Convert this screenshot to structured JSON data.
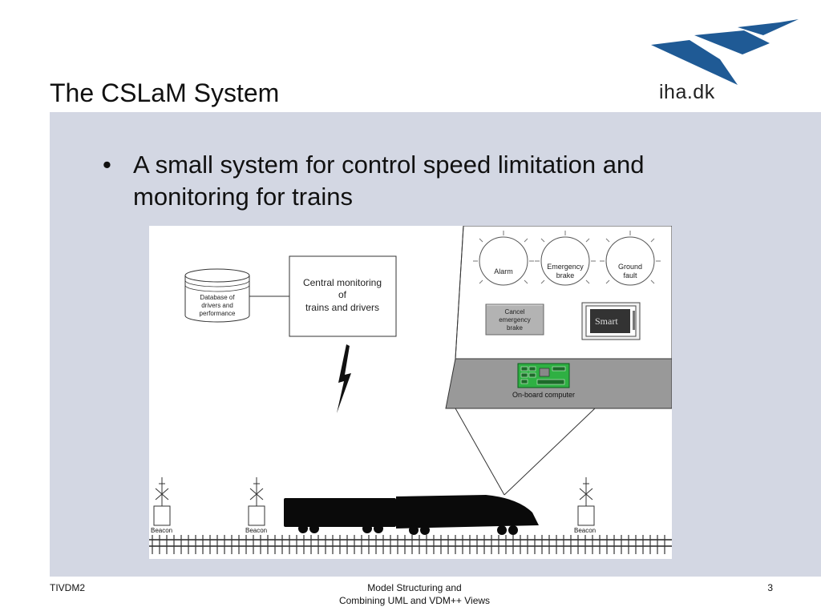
{
  "slide": {
    "title": "The CSLaM System",
    "logo_text": "iha.dk",
    "bullet": "A small system for control speed limitation and monitoring for trains"
  },
  "figure": {
    "database_label": [
      "Database of",
      "drivers and",
      "performance"
    ],
    "central_label": [
      "Central monitoring",
      "of",
      "trains and drivers"
    ],
    "dials": [
      {
        "label": [
          "Alarm"
        ]
      },
      {
        "label": [
          "Emergency",
          "brake"
        ]
      },
      {
        "label": [
          "Ground",
          "fault"
        ]
      }
    ],
    "cancel_button": [
      "Cancel",
      "emergency",
      "brake"
    ],
    "smart_card": "Smart",
    "onboard_label": "On-board computer",
    "beacon_label": "Beacon"
  },
  "footer": {
    "left": "TIVDM2",
    "center_line1": "Model Structuring and",
    "center_line2": "Combining UML and VDM++ Views",
    "page": "3"
  },
  "colors": {
    "panel": "#d3d7e3",
    "logo_blue": "#1f5a95",
    "pcb_green": "#2fb043"
  }
}
